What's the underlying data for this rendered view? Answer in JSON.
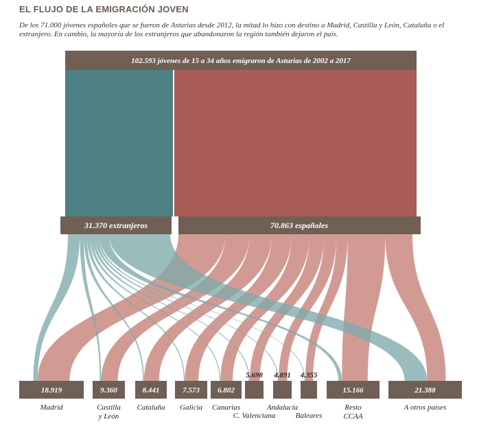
{
  "title": "EL FLUJO DE LA EMIGRACIÓN JOVEN",
  "subtitle": "De los 71.000 jóvenes españoles que se fueron de Asturias desde 2012, la mitad lo hizo con destino a Madrid, Castilla y León, Cataluña o el extranjero. En cambio, la mayoría de los extranjeros que abandonaron la región también dejaron el país.",
  "colors": {
    "header_bar": "#6f5f55",
    "foreigners": "#4e7f82",
    "spaniards": "#a85c55",
    "foreigners_flow": "#7fa9aa",
    "spaniards_flow": "#c47f76",
    "dest_bar": "#6f5f55"
  },
  "chart_data": {
    "type": "sankey",
    "total": {
      "label": "102.593 jóvenes de 15  a 34 años emigraron de Asturias de 2002 a 2017",
      "value": 102593
    },
    "groups": [
      {
        "id": "extranjeros",
        "label": "31.370 extranjeros",
        "value": 31370
      },
      {
        "id": "espanoles",
        "label": "70.863 españoles",
        "value": 70863
      }
    ],
    "destinations": [
      {
        "name": "Madrid",
        "value_label": "18.919",
        "value": 18919
      },
      {
        "name": "Castilla y León",
        "name_lines": [
          "Castilla",
          "y León"
        ],
        "value_label": "9.360",
        "value": 9360
      },
      {
        "name": "Cataluña",
        "value_label": "8.441",
        "value": 8441
      },
      {
        "name": "Galicia",
        "value_label": "7.573",
        "value": 7573
      },
      {
        "name": "Canarias",
        "value_label": "6.802",
        "value": 6802
      },
      {
        "name": "C. Valenciana",
        "value_label": "5.698",
        "value": 5698
      },
      {
        "name": "Andalucía",
        "value_label": "4.891",
        "value": 4891
      },
      {
        "name": "Baleares",
        "value_label": "4.355",
        "value": 4355
      },
      {
        "name": "Resto CCAA",
        "name_lines": [
          "Resto",
          "CCAA"
        ],
        "value_label": "15.166",
        "value": 15166
      },
      {
        "name": "A otros países",
        "value_label": "21.388",
        "value": 21388
      }
    ]
  }
}
